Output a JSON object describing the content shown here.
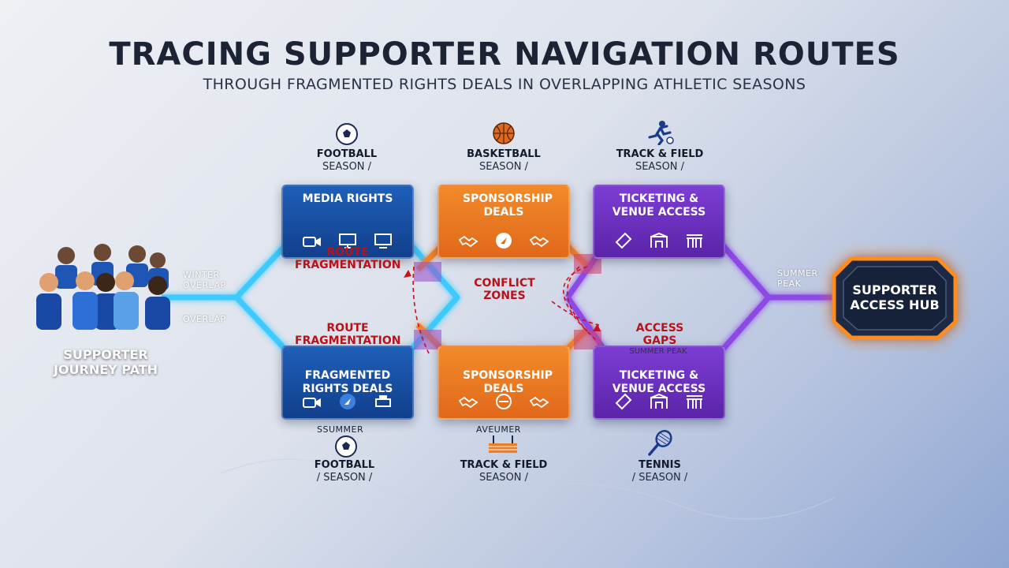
{
  "header": {
    "title": "TRACING SUPPORTER NAVIGATION ROUTES",
    "subtitle": "THROUGH FRAGMENTED RIGHTS DEALS IN OVERLAPPING ATHLETIC SEASONS"
  },
  "seasons_top": [
    {
      "name": "FOOTBALL",
      "sub": "SEASON /",
      "icon": "soccer-ball-icon"
    },
    {
      "name": "BASKETBALL",
      "sub": "SEASON /",
      "icon": "basketball-icon"
    },
    {
      "name": "TRACK & FIELD",
      "sub": "SEASON /",
      "icon": "runner-icon"
    }
  ],
  "seasons_bottom": [
    {
      "name": "FOOTBALL",
      "sub": "/ SEASON /",
      "above": "SSUMMER",
      "icon": "soccer-ball-icon"
    },
    {
      "name": "TRACK & FIELD",
      "sub": "SEASON /",
      "above": "AVEUMER",
      "icon": "track-icon"
    },
    {
      "name": "TENNIS",
      "sub": "/ SEASON /",
      "icon": "tennis-racket-icon"
    }
  ],
  "boxes_top": [
    {
      "label": "MEDIA RIGHTS",
      "icons": [
        "video-camera-icon",
        "monitor-icon",
        "screen-icon"
      ]
    },
    {
      "label": "SPONSORSHIP DEALS",
      "icons": [
        "handshake-icon",
        "compass-icon",
        "handshake-icon"
      ]
    },
    {
      "label": "TICKETING & VENUE ACCESS",
      "icons": [
        "ticket-icon",
        "arch-icon",
        "stadium-icon"
      ]
    }
  ],
  "boxes_bottom": [
    {
      "label": "FRAGMENTED RIGHTS DEALS",
      "icons": [
        "video-camera-icon",
        "compass-icon",
        "printer-icon"
      ]
    },
    {
      "label": "SPONSORSHIP DEALS",
      "icons": [
        "handshake-icon",
        "badge-icon",
        "handshake-icon"
      ]
    },
    {
      "label": "TICKETING & VENUE ACCESS",
      "icons": [
        "ticket-icon",
        "arch-icon",
        "stadium-icon"
      ]
    }
  ],
  "annotations": {
    "route_frag_top": "ROUTE FRAGMENTATION",
    "route_frag_bottom": "ROUTE FRAGMENTATION",
    "conflict_zones": "CONFLICT ZONES",
    "access_gaps": "ACCESS GAPS",
    "summer_peak_small": "SUMMER PEAK"
  },
  "path_labels": {
    "winter_overlap": "WINTER OVERLAP",
    "overlap": "OVERLAP",
    "summer_peak": "SUMMER PEAK"
  },
  "start": {
    "label": "SUPPORTER JOURNEY PATH"
  },
  "hub": {
    "label": "SUPPORTER ACCESS HUB"
  },
  "colors": {
    "blue": "#1f5fb8",
    "orange": "#ef7d22",
    "purple": "#7a3ad0",
    "cyan_path": "#38c8ff",
    "red_annotation": "#c0121a",
    "hub_glow": "#ff8a1c"
  }
}
